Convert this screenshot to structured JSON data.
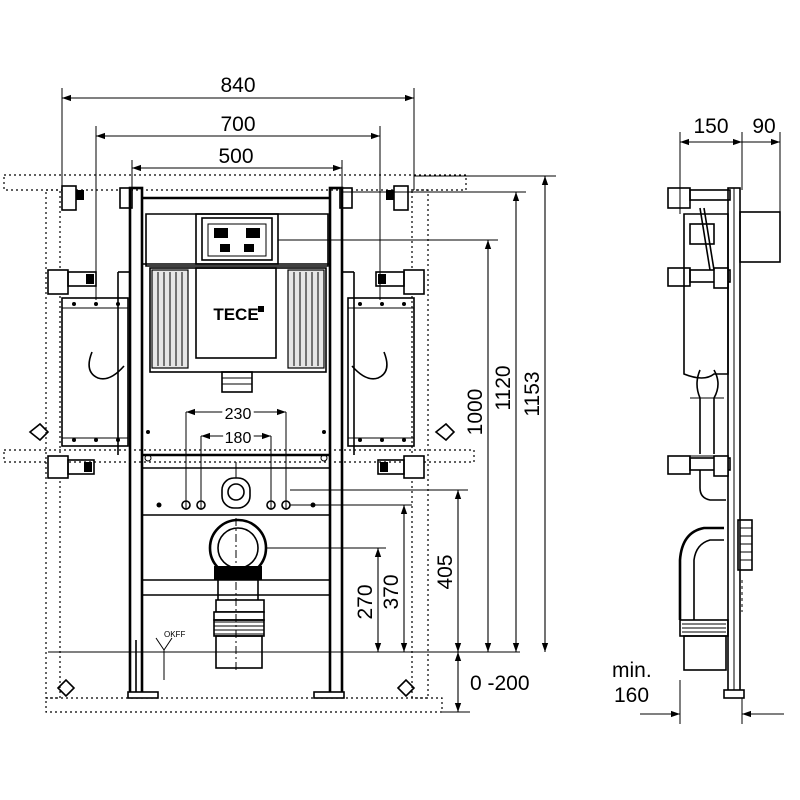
{
  "front_view": {
    "brand": "TECE",
    "floor_mark": "OKFF",
    "dimensions": {
      "width_outer": "840",
      "width_mid": "700",
      "width_inner": "500",
      "height_total": "1153",
      "height_frame": "1120",
      "height_tank": "1000",
      "height_405": "405",
      "height_370": "370",
      "height_270": "270",
      "spacing_230": "230",
      "spacing_180": "180",
      "leg_range": "0 -200"
    }
  },
  "side_view": {
    "dimensions": {
      "depth_150": "150",
      "depth_90": "90",
      "min_label": "min.",
      "min_value": "160"
    }
  }
}
